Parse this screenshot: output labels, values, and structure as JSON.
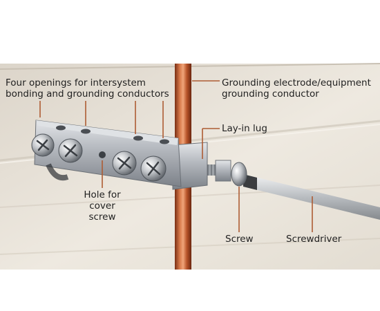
{
  "labels": {
    "openings_line1": "Four openings for intersystem",
    "openings_line2": "bonding and grounding conductors",
    "electrode_line1": "Grounding electrode/equipment",
    "electrode_line2": "grounding conductor",
    "lay_in_lug": "Lay-in lug",
    "hole_line1": "Hole for",
    "hole_line2": "cover",
    "hole_line3": "screw",
    "screw": "Screw",
    "screwdriver": "Screwdriver"
  },
  "colors": {
    "background": "#ffffff",
    "siding": "#ece6dc",
    "copper": "#c8683a",
    "bracket": "#b8bcc2",
    "leader": "#ad5c33",
    "label_text": "#1f1f1f"
  }
}
